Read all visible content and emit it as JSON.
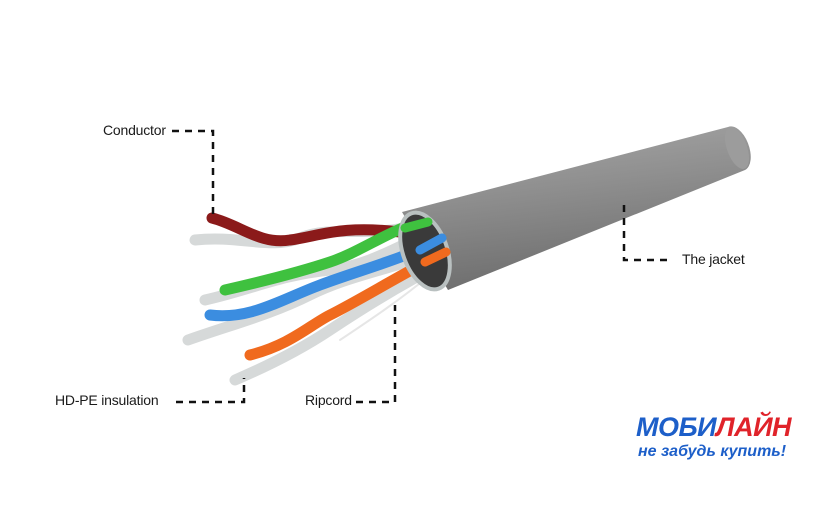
{
  "labels": {
    "conductor": "Conductor",
    "jacket": "The jacket",
    "insulation": "HD-PE insulation",
    "ripcord": "Ripcord"
  },
  "logo": {
    "name_part1": "МОБИ",
    "name_part2": "ЛАЙН",
    "tagline": "не забудь купить!"
  },
  "colors": {
    "jacket": "#8e8e8e",
    "pair_brown": "#8b1a1a",
    "pair_green": "#3fc13f",
    "pair_blue": "#3b8de0",
    "pair_orange": "#f06a1e",
    "white_wire": "#d9dcdc"
  }
}
